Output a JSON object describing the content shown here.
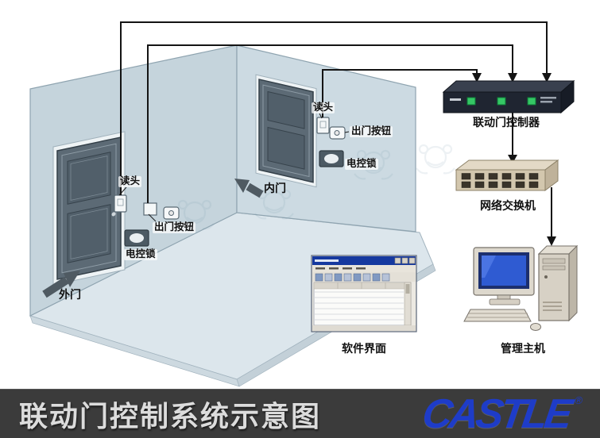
{
  "footer": {
    "title": "联动门控制系统示意图",
    "logo_text": "CASTLE",
    "registered_mark": "®",
    "bar_color": "#3b3b3b",
    "title_color": "#dcdcdc",
    "logo_color": "#1e3cc8"
  },
  "diagram": {
    "doors": {
      "outer": "外门",
      "inner": "内门"
    },
    "outer_door": {
      "reader": "读头",
      "exit_button": "出门按钮",
      "lock": "电控锁"
    },
    "inner_door": {
      "reader": "读头",
      "exit_button": "出门按钮",
      "lock": "电控锁"
    },
    "captions": {
      "controller": "联动门控制器",
      "network_switch": "网络交换机",
      "software_ui": "软件界面",
      "management_host": "管理主机"
    },
    "colors": {
      "wall_left": "#c5d4dc",
      "wall_right": "#ccdae2",
      "floor": "#dce6ec",
      "door": "#5c6a75",
      "wire": "#141414",
      "controller_body": "#1f2531",
      "led_green": "#35c765",
      "switch_body": "#d3c7ae"
    }
  }
}
